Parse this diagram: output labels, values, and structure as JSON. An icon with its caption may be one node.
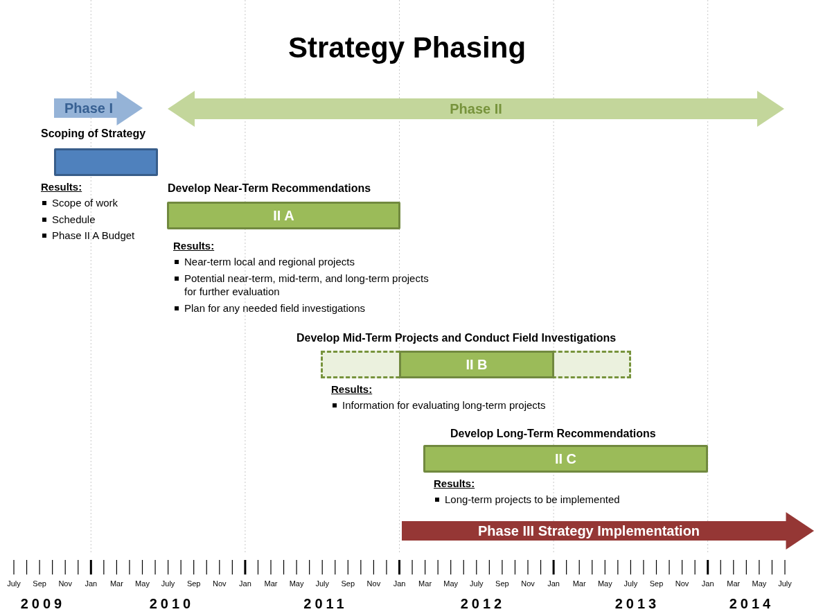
{
  "diagram": {
    "title": "Strategy Phasing",
    "nodes": [
      {
        "text": [
          "Phase I"
        ]
      },
      {
        "text": [
          "Phase II"
        ]
      },
      {
        "text": [
          "Scoping of Strategy"
        ],
        "beside": [
          "Results:",
          "Scope of work",
          "Schedule",
          "Phase II A Budget"
        ]
      },
      {
        "text": [
          "Develop Near-Term Recommendations",
          "II A"
        ],
        "beside": [
          "Results:",
          "Near-term local and regional projects",
          "Potential near-term, mid-term, and long-term projects for further evaluation",
          "Plan for any needed field investigations"
        ]
      },
      {
        "text": [
          "Develop Mid-Term Projects and Conduct Field Investigations",
          "II B"
        ],
        "beside": [
          "Results:",
          "Information for evaluating long-term projects"
        ]
      },
      {
        "text": [
          "Develop Long-Term Recommendations",
          "II C"
        ],
        "beside": [
          "Results:",
          "Long-term projects to be implemented"
        ]
      },
      {
        "text": [
          "Phase III Strategy Implementation"
        ]
      }
    ],
    "labels": [
      "July",
      "Sep",
      "Nov",
      "Jan",
      "Mar",
      "May",
      "July",
      "Sep",
      "Nov",
      "Jan",
      "Mar",
      "May",
      "July",
      "Sep",
      "Nov",
      "Jan",
      "Mar",
      "May",
      "July",
      "Sep",
      "Nov",
      "Jan",
      "Mar",
      "May",
      "July",
      "Sep",
      "Nov",
      "Jan",
      "Mar",
      "May",
      "July",
      "2009",
      "2010",
      "2011",
      "2012",
      "2013",
      "2014"
    ]
  }
}
